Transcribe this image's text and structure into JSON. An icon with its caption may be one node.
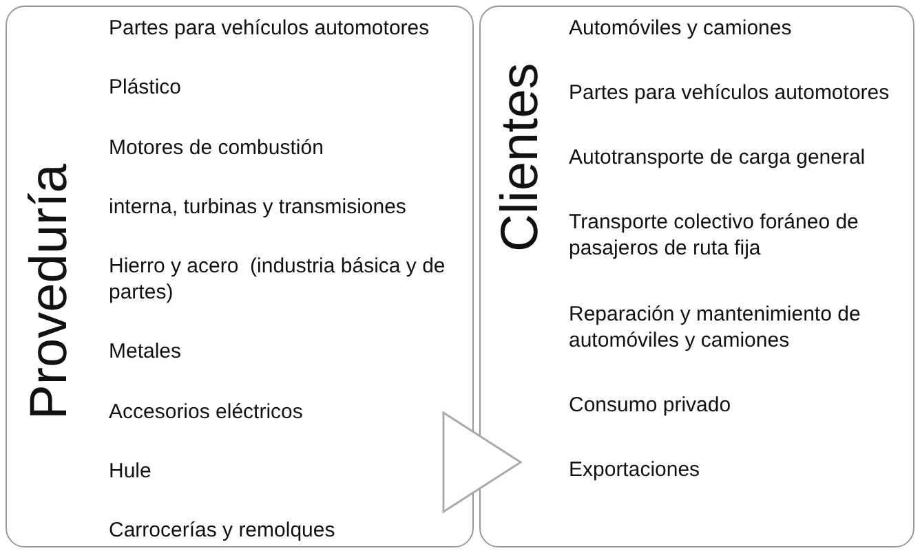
{
  "diagram": {
    "nodes": [
      {
        "text": [
          "Proveduría",
          "Partes para vehículos automotores",
          "Plástico",
          "Motores de combustión",
          "interna, turbinas y transmisiones",
          "Hierro y acero  (industria básica y de partes)",
          "Metales",
          "Accesorios eléctricos",
          "Hule",
          "Carrocerías y remolques"
        ]
      },
      {
        "text": [
          "Clientes",
          "Automóviles y camiones",
          "Partes para vehículos automotores",
          "Autotransporte de carga general",
          "Transporte colectivo foráneo de pasajeros de ruta fija",
          "Reparación y mantenimiento de automóviles y camiones",
          "Consumo privado",
          "Exportaciones"
        ]
      }
    ],
    "edges": [
      {
        "from": 0,
        "to": 1,
        "arrow": "to"
      }
    ]
  }
}
